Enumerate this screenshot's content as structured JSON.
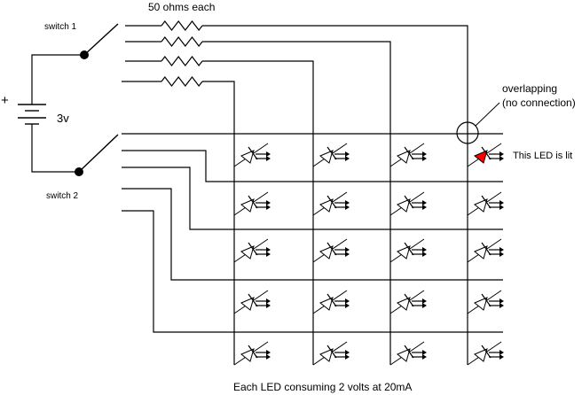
{
  "labels": {
    "resistors": "50 ohms each",
    "switch1": "switch 1",
    "switch2": "switch 2",
    "battery_plus": "+",
    "battery_voltage": "3v",
    "overlap_line1": "overlapping",
    "overlap_line2": "(no connection)",
    "lit_led": "This LED is lit",
    "caption": "Each LED consuming 2 volts at 20mA"
  },
  "matrix": {
    "rows": 5,
    "columns": 4,
    "lit_led": {
      "row": 1,
      "column": 4
    }
  },
  "colors": {
    "wire": "#000000",
    "lit_led": "#ff0000",
    "background": "#ffffff"
  }
}
